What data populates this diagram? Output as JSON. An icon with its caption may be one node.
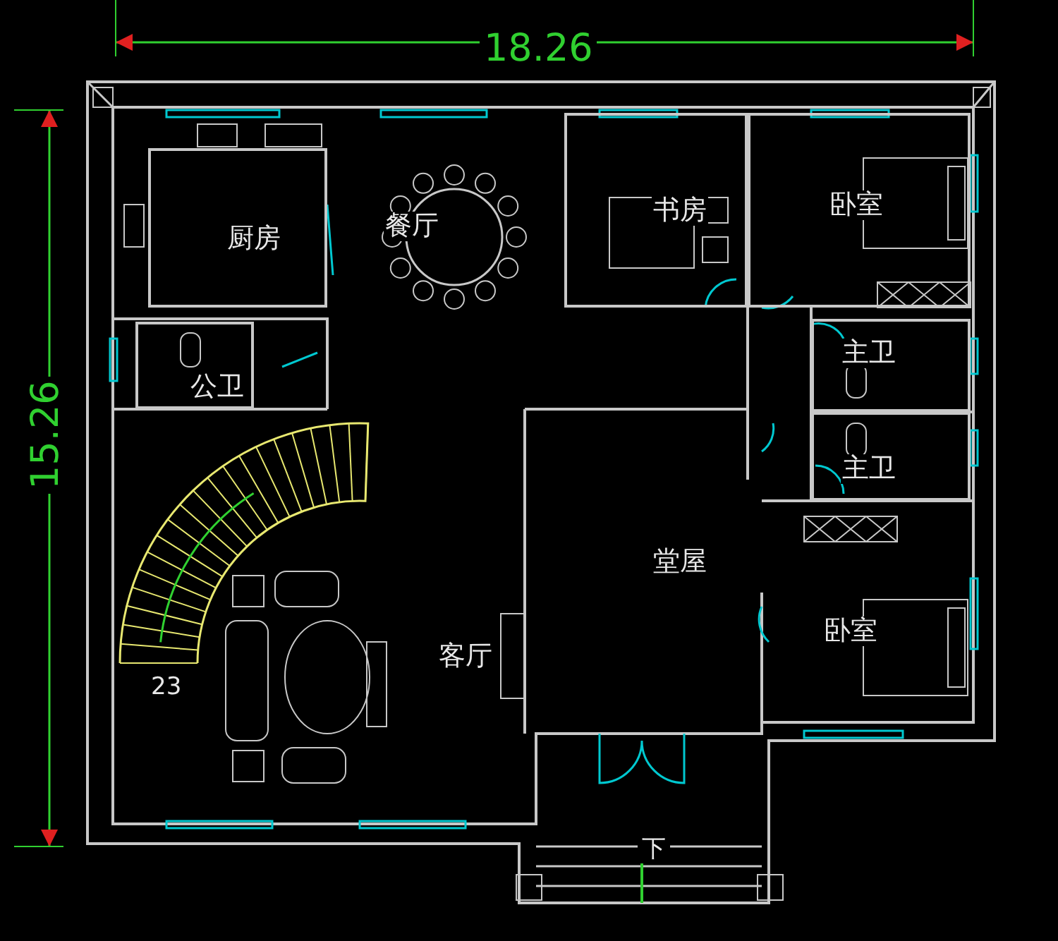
{
  "diagram": {
    "nodes": [
      {
        "text": [
          "厨房"
        ]
      },
      {
        "text": [
          "餐厅"
        ]
      },
      {
        "text": [
          "书房"
        ]
      },
      {
        "text": [
          "卧室"
        ]
      },
      {
        "text": [
          "公卫"
        ]
      },
      {
        "text": [
          "主卫"
        ]
      },
      {
        "text": [
          "主卫"
        ]
      },
      {
        "text": [
          "堂屋"
        ]
      },
      {
        "text": [
          "卧室"
        ]
      },
      {
        "text": [
          "客厅"
        ]
      }
    ],
    "labels": [
      "18.26",
      "15.26",
      "23",
      "下"
    ]
  }
}
